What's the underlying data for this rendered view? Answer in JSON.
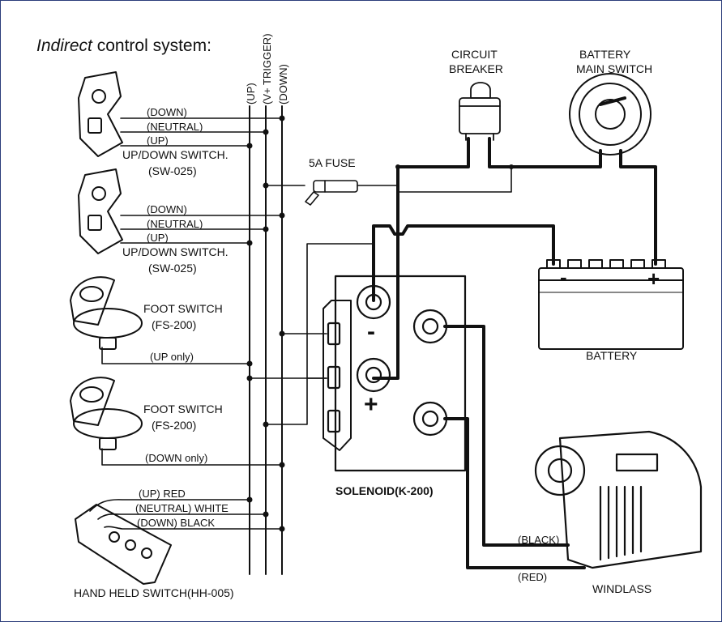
{
  "title": {
    "italic": "Indirect",
    "rest": "control system:"
  },
  "bus_labels": {
    "up": "(UP)",
    "trigger": "(V+ TRIGGER)",
    "down": "(DOWN)"
  },
  "switch1": {
    "down": "(DOWN)",
    "neutral": "(NEUTRAL)",
    "up": "(UP)",
    "name": "UP/DOWN SWITCH.",
    "model": "(SW-025)"
  },
  "switch2": {
    "down": "(DOWN)",
    "neutral": "(NEUTRAL)",
    "up": "(UP)",
    "name": "UP/DOWN SWITCH.",
    "model": "(SW-025)"
  },
  "foot1": {
    "name": "FOOT SWITCH",
    "model": "(FS-200)",
    "wire": "(UP only)"
  },
  "foot2": {
    "name": "FOOT SWITCH",
    "model": "(FS-200)",
    "wire": "(DOWN only)"
  },
  "handheld": {
    "up": "(UP) RED",
    "neutral": "(NEUTRAL) WHITE",
    "down": "(DOWN) BLACK",
    "name": "HAND HELD SWITCH(HH-005)"
  },
  "fuse": "5A FUSE",
  "breaker": {
    "line1": "CIRCUIT",
    "line2": "BREAKER"
  },
  "main_switch": {
    "line1": "BATTERY",
    "line2": "MAIN SWITCH"
  },
  "battery": "BATTERY",
  "solenoid": {
    "name": "SOLENOID(K-200)",
    "minus": "-",
    "plus": "+"
  },
  "windlass": {
    "name": "WINDLASS",
    "black": "(BLACK)",
    "red": "(RED)"
  },
  "battery_signs": {
    "minus": "-",
    "plus": "+"
  }
}
